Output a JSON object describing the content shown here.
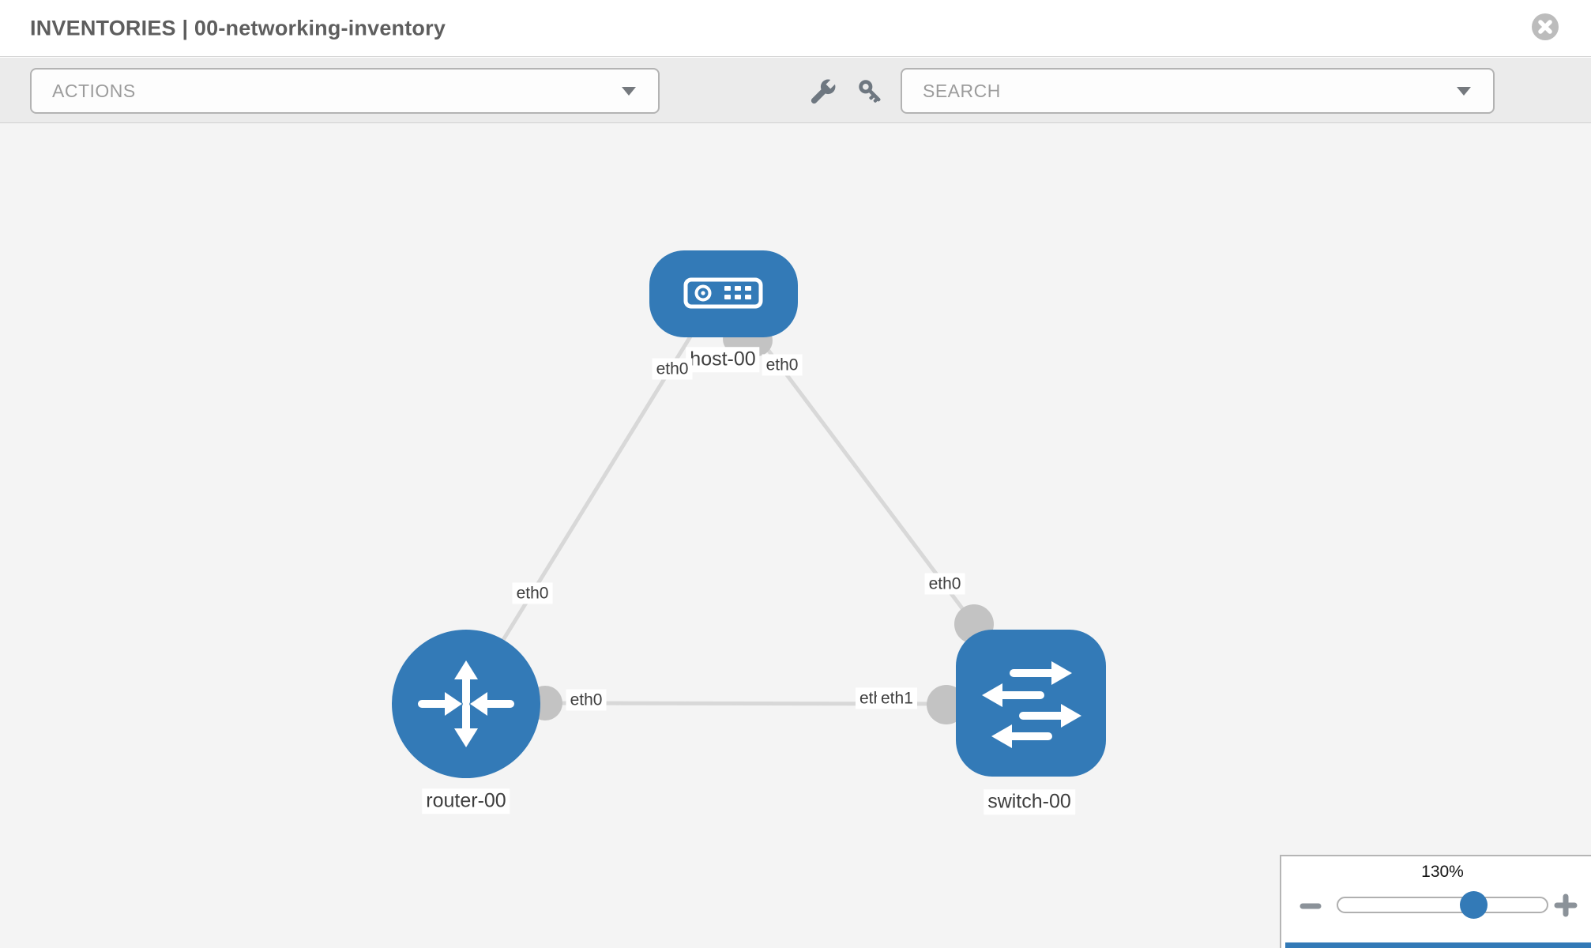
{
  "header": {
    "title": "INVENTORIES | 00-networking-inventory"
  },
  "toolbar": {
    "actions_label": "ACTIONS",
    "search_label": "SEARCH",
    "icons": [
      "wrench-icon",
      "key-icon"
    ]
  },
  "diagram": {
    "nodes": [
      {
        "label": "host-00",
        "type": "host"
      },
      {
        "label": "router-00",
        "type": "router"
      },
      {
        "label": "switch-00",
        "type": "switch"
      }
    ],
    "links": [
      {
        "from": "host-00",
        "to": "router-00"
      },
      {
        "from": "host-00",
        "to": "switch-00"
      },
      {
        "from": "router-00",
        "to": "switch-00"
      }
    ],
    "interfaces": {
      "host_left": "eth0",
      "host_right": "eth0",
      "host_router_at_router": "eth0",
      "host_switch_at_switch": "eth0",
      "router_switch_at_router": "eth0",
      "router_switch_at_switch_back": "eth0",
      "router_switch_at_switch_front": "eth1"
    }
  },
  "zoom_control": {
    "value": "130%"
  },
  "colors": {
    "node_blue": "#337ab7",
    "link_gray": "#d8d8d8",
    "port_gray": "#c3c3c3",
    "canvas_bg": "#f4f4f4",
    "toolbar_bg": "#ebebeb"
  }
}
